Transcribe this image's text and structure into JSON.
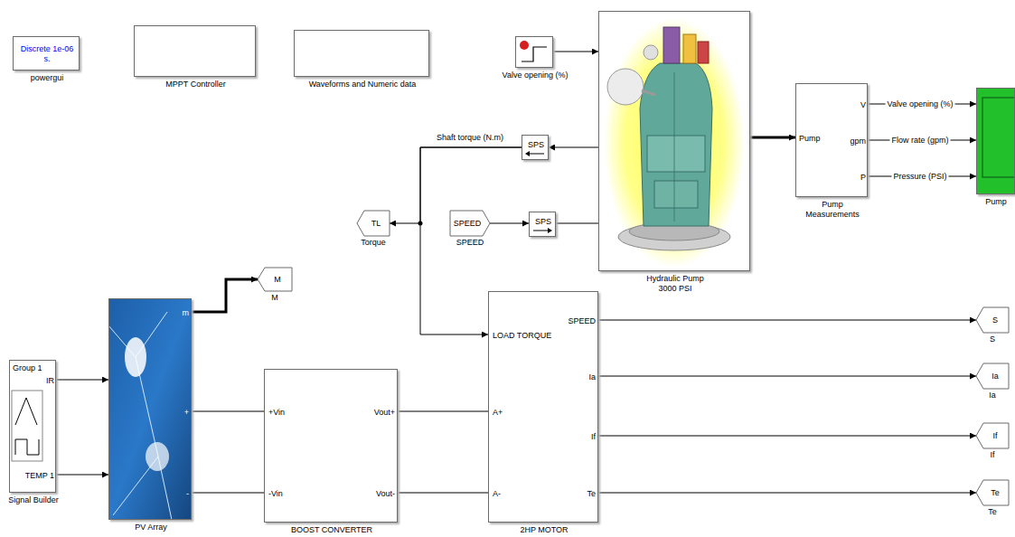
{
  "diagram": {
    "nodes": [
      {
        "text": [
          "Discrete 1e-06 s.",
          "powergui"
        ]
      },
      {
        "text": [
          "MPPT Controller"
        ]
      },
      {
        "text": [
          "Waveforms and Numeric data"
        ]
      },
      {
        "text": [
          "Valve opening (%)"
        ]
      },
      {
        "text": [
          "Hydraulic Pump 3000 PSI"
        ]
      },
      {
        "text": [
          "Pump",
          "V",
          "gpm",
          "P",
          "Pump Measurements"
        ]
      },
      {
        "text": [
          "Pump"
        ]
      },
      {
        "text": [
          "SPS"
        ]
      },
      {
        "text": [
          "TL",
          "Torque"
        ]
      },
      {
        "text": [
          "SPEED",
          "SPEED"
        ]
      },
      {
        "text": [
          "SPS"
        ]
      },
      {
        "text": [
          "M",
          "M"
        ]
      },
      {
        "text": [
          "Group 1",
          "IR",
          "TEMP 1",
          "Signal Builder"
        ]
      },
      {
        "text": [
          "m",
          "+",
          "-",
          "PV Array"
        ]
      },
      {
        "text": [
          "+Vin",
          "-Vin",
          "Vout+",
          "Vout-",
          "BOOST CONVERTER"
        ]
      },
      {
        "text": [
          "LOAD TORQUE",
          "A+",
          "A-",
          "SPEED",
          "Ia",
          "If",
          "Te",
          "2HP MOTOR"
        ]
      },
      {
        "text": [
          "S",
          "S"
        ]
      },
      {
        "text": [
          "Ia",
          "Ia"
        ]
      },
      {
        "text": [
          "If",
          "If"
        ]
      },
      {
        "text": [
          "Te",
          "Te"
        ]
      }
    ],
    "edges": [
      {
        "from": 3,
        "to": 4,
        "arrow": "to"
      },
      {
        "from": 4,
        "to": 7,
        "arrow": "to"
      },
      {
        "from": 7,
        "to": 8,
        "arrow": "to"
      },
      {
        "from": 7,
        "to": 15,
        "label": "Shaft torque (N.m)",
        "arrow": "to"
      },
      {
        "from": 9,
        "to": 10,
        "arrow": "to"
      },
      {
        "from": 10,
        "to": 4,
        "arrow": "none"
      },
      {
        "from": 4,
        "to": 5,
        "arrow": "to"
      },
      {
        "from": 5,
        "to": 6,
        "label": "Valve opening (%)",
        "arrow": "to"
      },
      {
        "from": 5,
        "to": 6,
        "label": "Flow rate (gpm)",
        "arrow": "to"
      },
      {
        "from": 5,
        "to": 6,
        "label": "Pressure (PSI)",
        "arrow": "to"
      },
      {
        "from": 12,
        "to": 13,
        "arrow": "to"
      },
      {
        "from": 12,
        "to": 13,
        "arrow": "to"
      },
      {
        "from": 13,
        "to": 11,
        "arrow": "to"
      },
      {
        "from": 13,
        "to": 14,
        "arrow": "none"
      },
      {
        "from": 13,
        "to": 14,
        "arrow": "none"
      },
      {
        "from": 14,
        "to": 15,
        "arrow": "none"
      },
      {
        "from": 14,
        "to": 15,
        "arrow": "none"
      },
      {
        "from": 15,
        "to": 16,
        "arrow": "to"
      },
      {
        "from": 15,
        "to": 17,
        "arrow": "to"
      },
      {
        "from": 15,
        "to": 18,
        "arrow": "to"
      },
      {
        "from": 15,
        "to": 19,
        "arrow": "to"
      }
    ]
  }
}
